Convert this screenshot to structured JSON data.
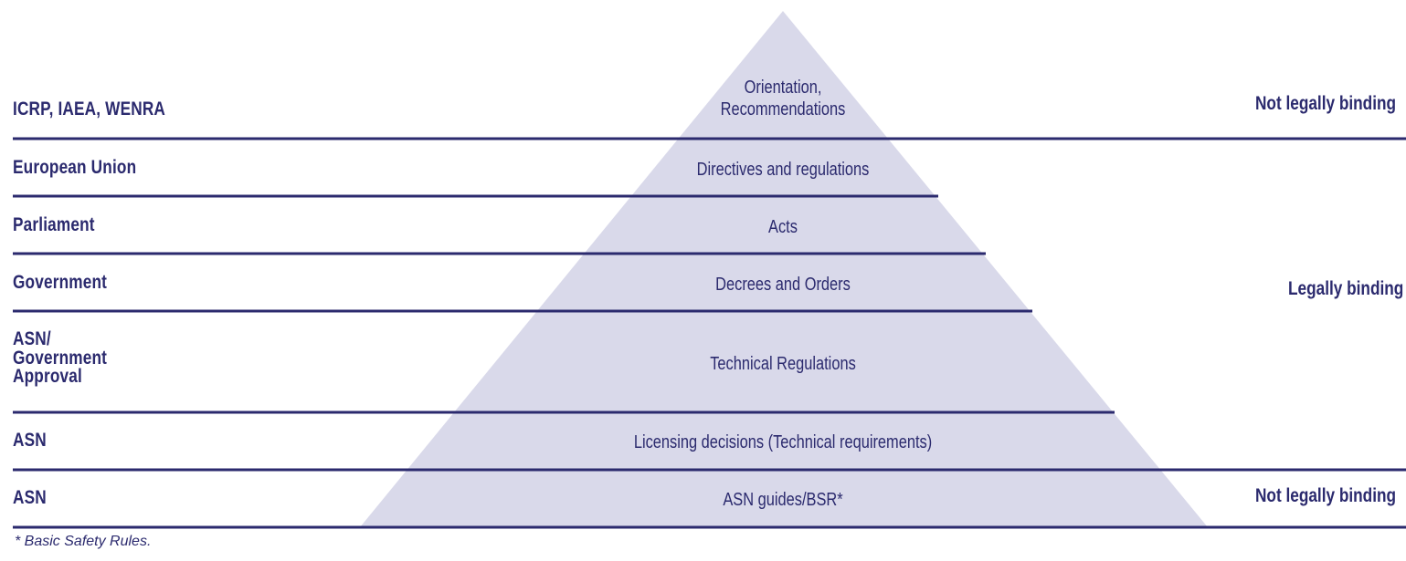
{
  "levels": [
    {
      "source": "ICRP, IAEA, WENRA",
      "instrument": "Orientation,\nRecommendations"
    },
    {
      "source": "European Union",
      "instrument": "Directives and regulations"
    },
    {
      "source": "Parliament",
      "instrument": "Acts"
    },
    {
      "source": "Government",
      "instrument": "Decrees and Orders"
    },
    {
      "source": "ASN/\nGovernment\nApproval",
      "instrument": "Technical Regulations"
    },
    {
      "source": "ASN",
      "instrument": "Licensing decisions (Technical requirements)"
    },
    {
      "source": "ASN",
      "instrument": "ASN guides/BSR*"
    }
  ],
  "binding": {
    "top": "Not legally binding",
    "middle": "Legally binding",
    "bottom": "Not legally binding"
  },
  "footnote": "* Basic Safety Rules.",
  "colors": {
    "ink": "#2b2a6e",
    "pyramid_fill": "#d9d9ea"
  }
}
